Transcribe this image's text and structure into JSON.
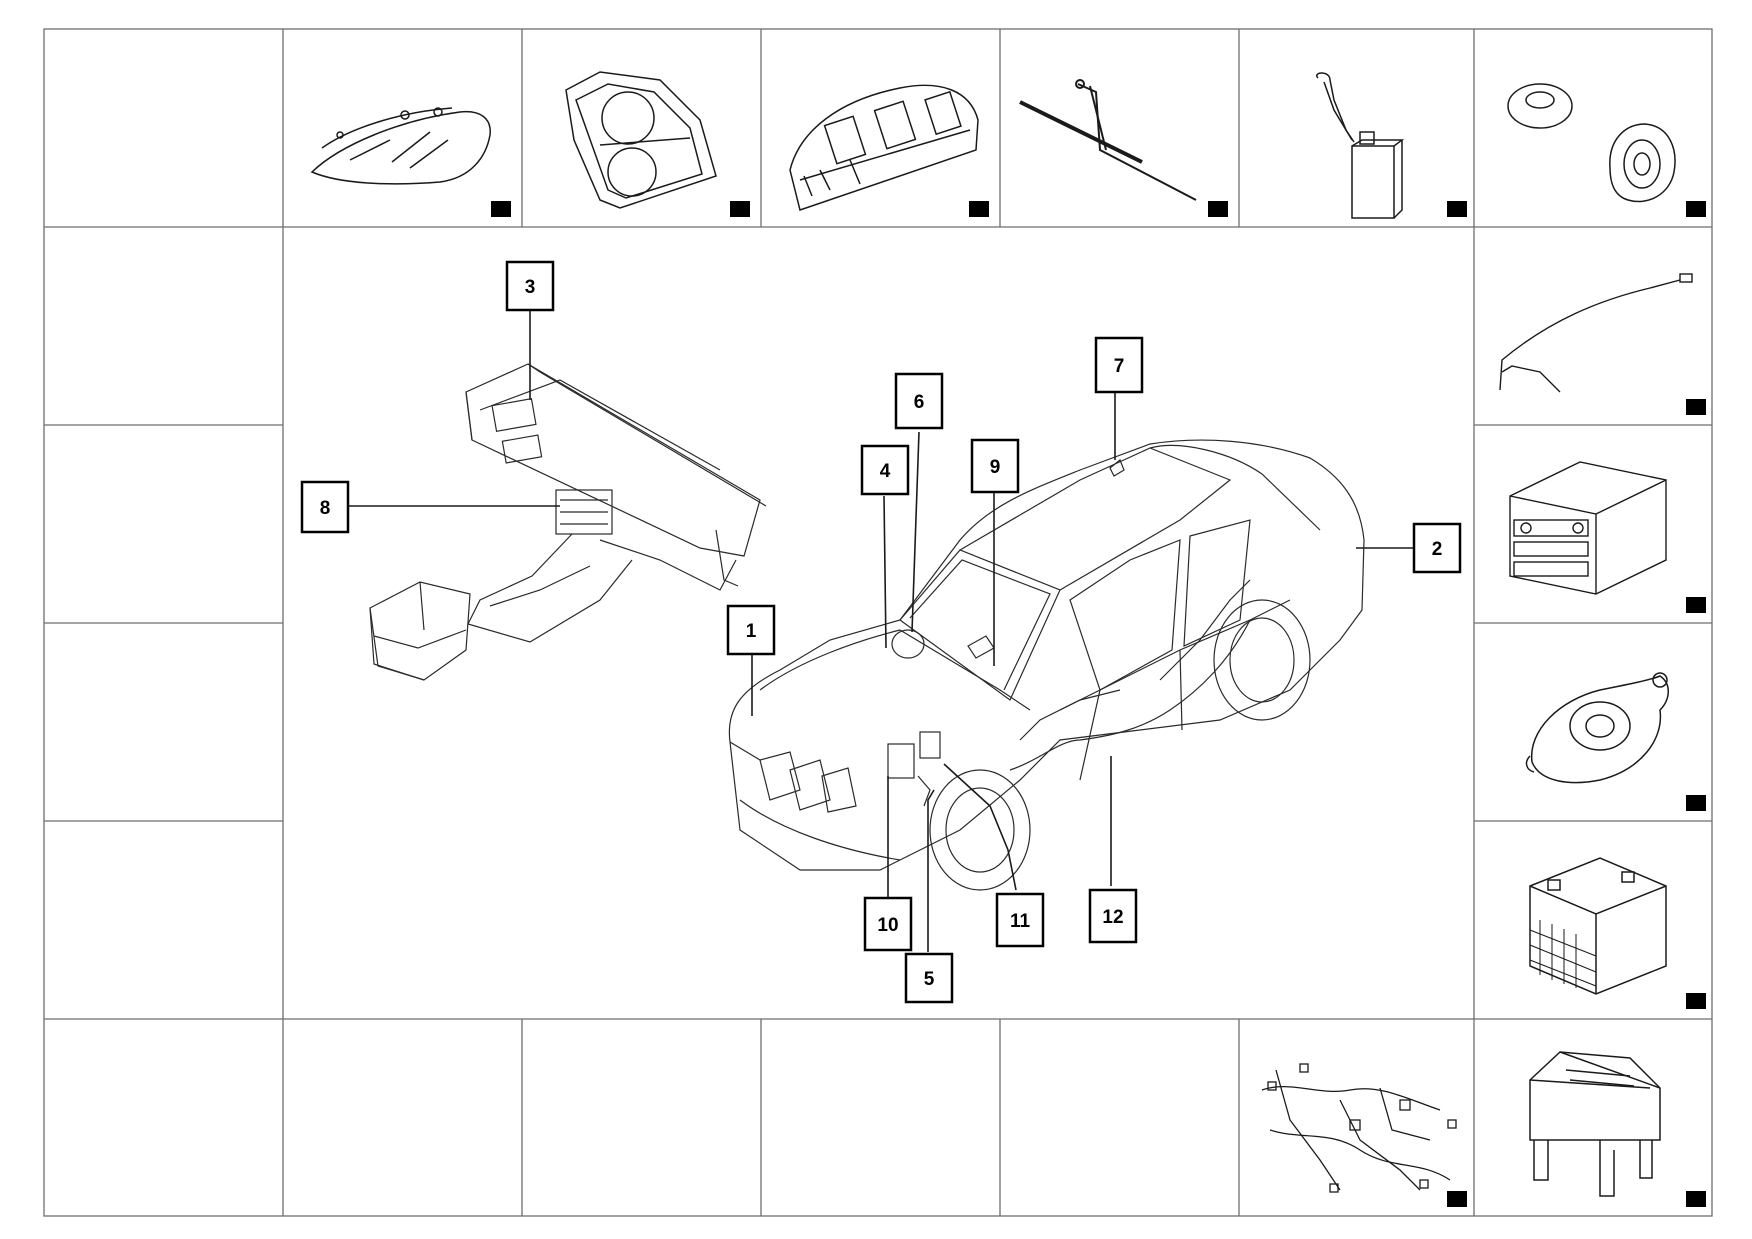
{
  "page": {
    "background": "#ffffff",
    "line_color": "#6e6e6e",
    "drawing_color": "#1a1a1a"
  },
  "callouts": [
    {
      "id": "1",
      "text": "1"
    },
    {
      "id": "2",
      "text": "2"
    },
    {
      "id": "3",
      "text": "3"
    },
    {
      "id": "4",
      "text": "4"
    },
    {
      "id": "5",
      "text": "5"
    },
    {
      "id": "6",
      "text": "6"
    },
    {
      "id": "7",
      "text": "7"
    },
    {
      "id": "8",
      "text": "8"
    },
    {
      "id": "9",
      "text": "9"
    },
    {
      "id": "10",
      "text": "10"
    },
    {
      "id": "11",
      "text": "11"
    },
    {
      "id": "12",
      "text": "12"
    }
  ],
  "thumbnails": [
    {
      "name": "headlamp-thumbnail",
      "icon": "headlamp-icon"
    },
    {
      "name": "tail-lamp-thumbnail",
      "icon": "tail-lamp-icon"
    },
    {
      "name": "instrument-cluster-thumbnail",
      "icon": "instrument-cluster-icon"
    },
    {
      "name": "wiper-arm-thumbnail",
      "icon": "wiper-arm-icon"
    },
    {
      "name": "washer-reservoir-thumbnail",
      "icon": "washer-reservoir-icon"
    },
    {
      "name": "speaker-thumbnail",
      "icon": "speaker-icon"
    },
    {
      "name": "antenna-cable-thumbnail",
      "icon": "antenna-cable-icon"
    },
    {
      "name": "audio-unit-thumbnail",
      "icon": "audio-unit-icon"
    },
    {
      "name": "horn-thumbnail",
      "icon": "horn-icon"
    },
    {
      "name": "battery-thumbnail",
      "icon": "battery-icon"
    },
    {
      "name": "wiring-harness-thumbnail",
      "icon": "wiring-harness-icon"
    },
    {
      "name": "fuse-box-thumbnail",
      "icon": "fuse-box-icon"
    }
  ]
}
